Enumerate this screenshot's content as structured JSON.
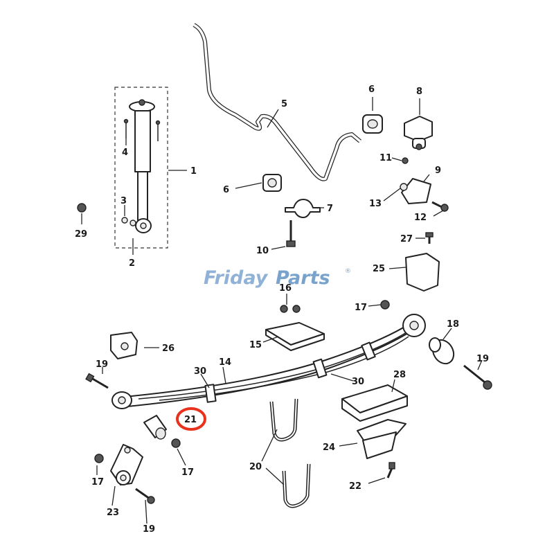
{
  "watermark": {
    "brand_a": "Friday",
    "brand_b": "Parts",
    "reg_mark": "®"
  },
  "highlight": {
    "label": "21",
    "color": "#e8321e"
  },
  "callouts": {
    "c1": "1",
    "c2": "2",
    "c3": "3",
    "c4": "4",
    "c5": "5",
    "c6a": "6",
    "c6b": "6",
    "c7": "7",
    "c8": "8",
    "c9": "9",
    "c10": "10",
    "c11": "11",
    "c12": "12",
    "c13": "13",
    "c14": "14",
    "c15": "15",
    "c16": "16",
    "c17a": "17",
    "c17b": "17",
    "c17c": "17",
    "c18": "18",
    "c19a": "19",
    "c19b": "19",
    "c19c": "19",
    "c20": "20",
    "c22": "22",
    "c23": "23",
    "c24": "24",
    "c25": "25",
    "c26": "26",
    "c27": "27",
    "c28": "28",
    "c29": "29",
    "c30a": "30",
    "c30b": "30"
  }
}
